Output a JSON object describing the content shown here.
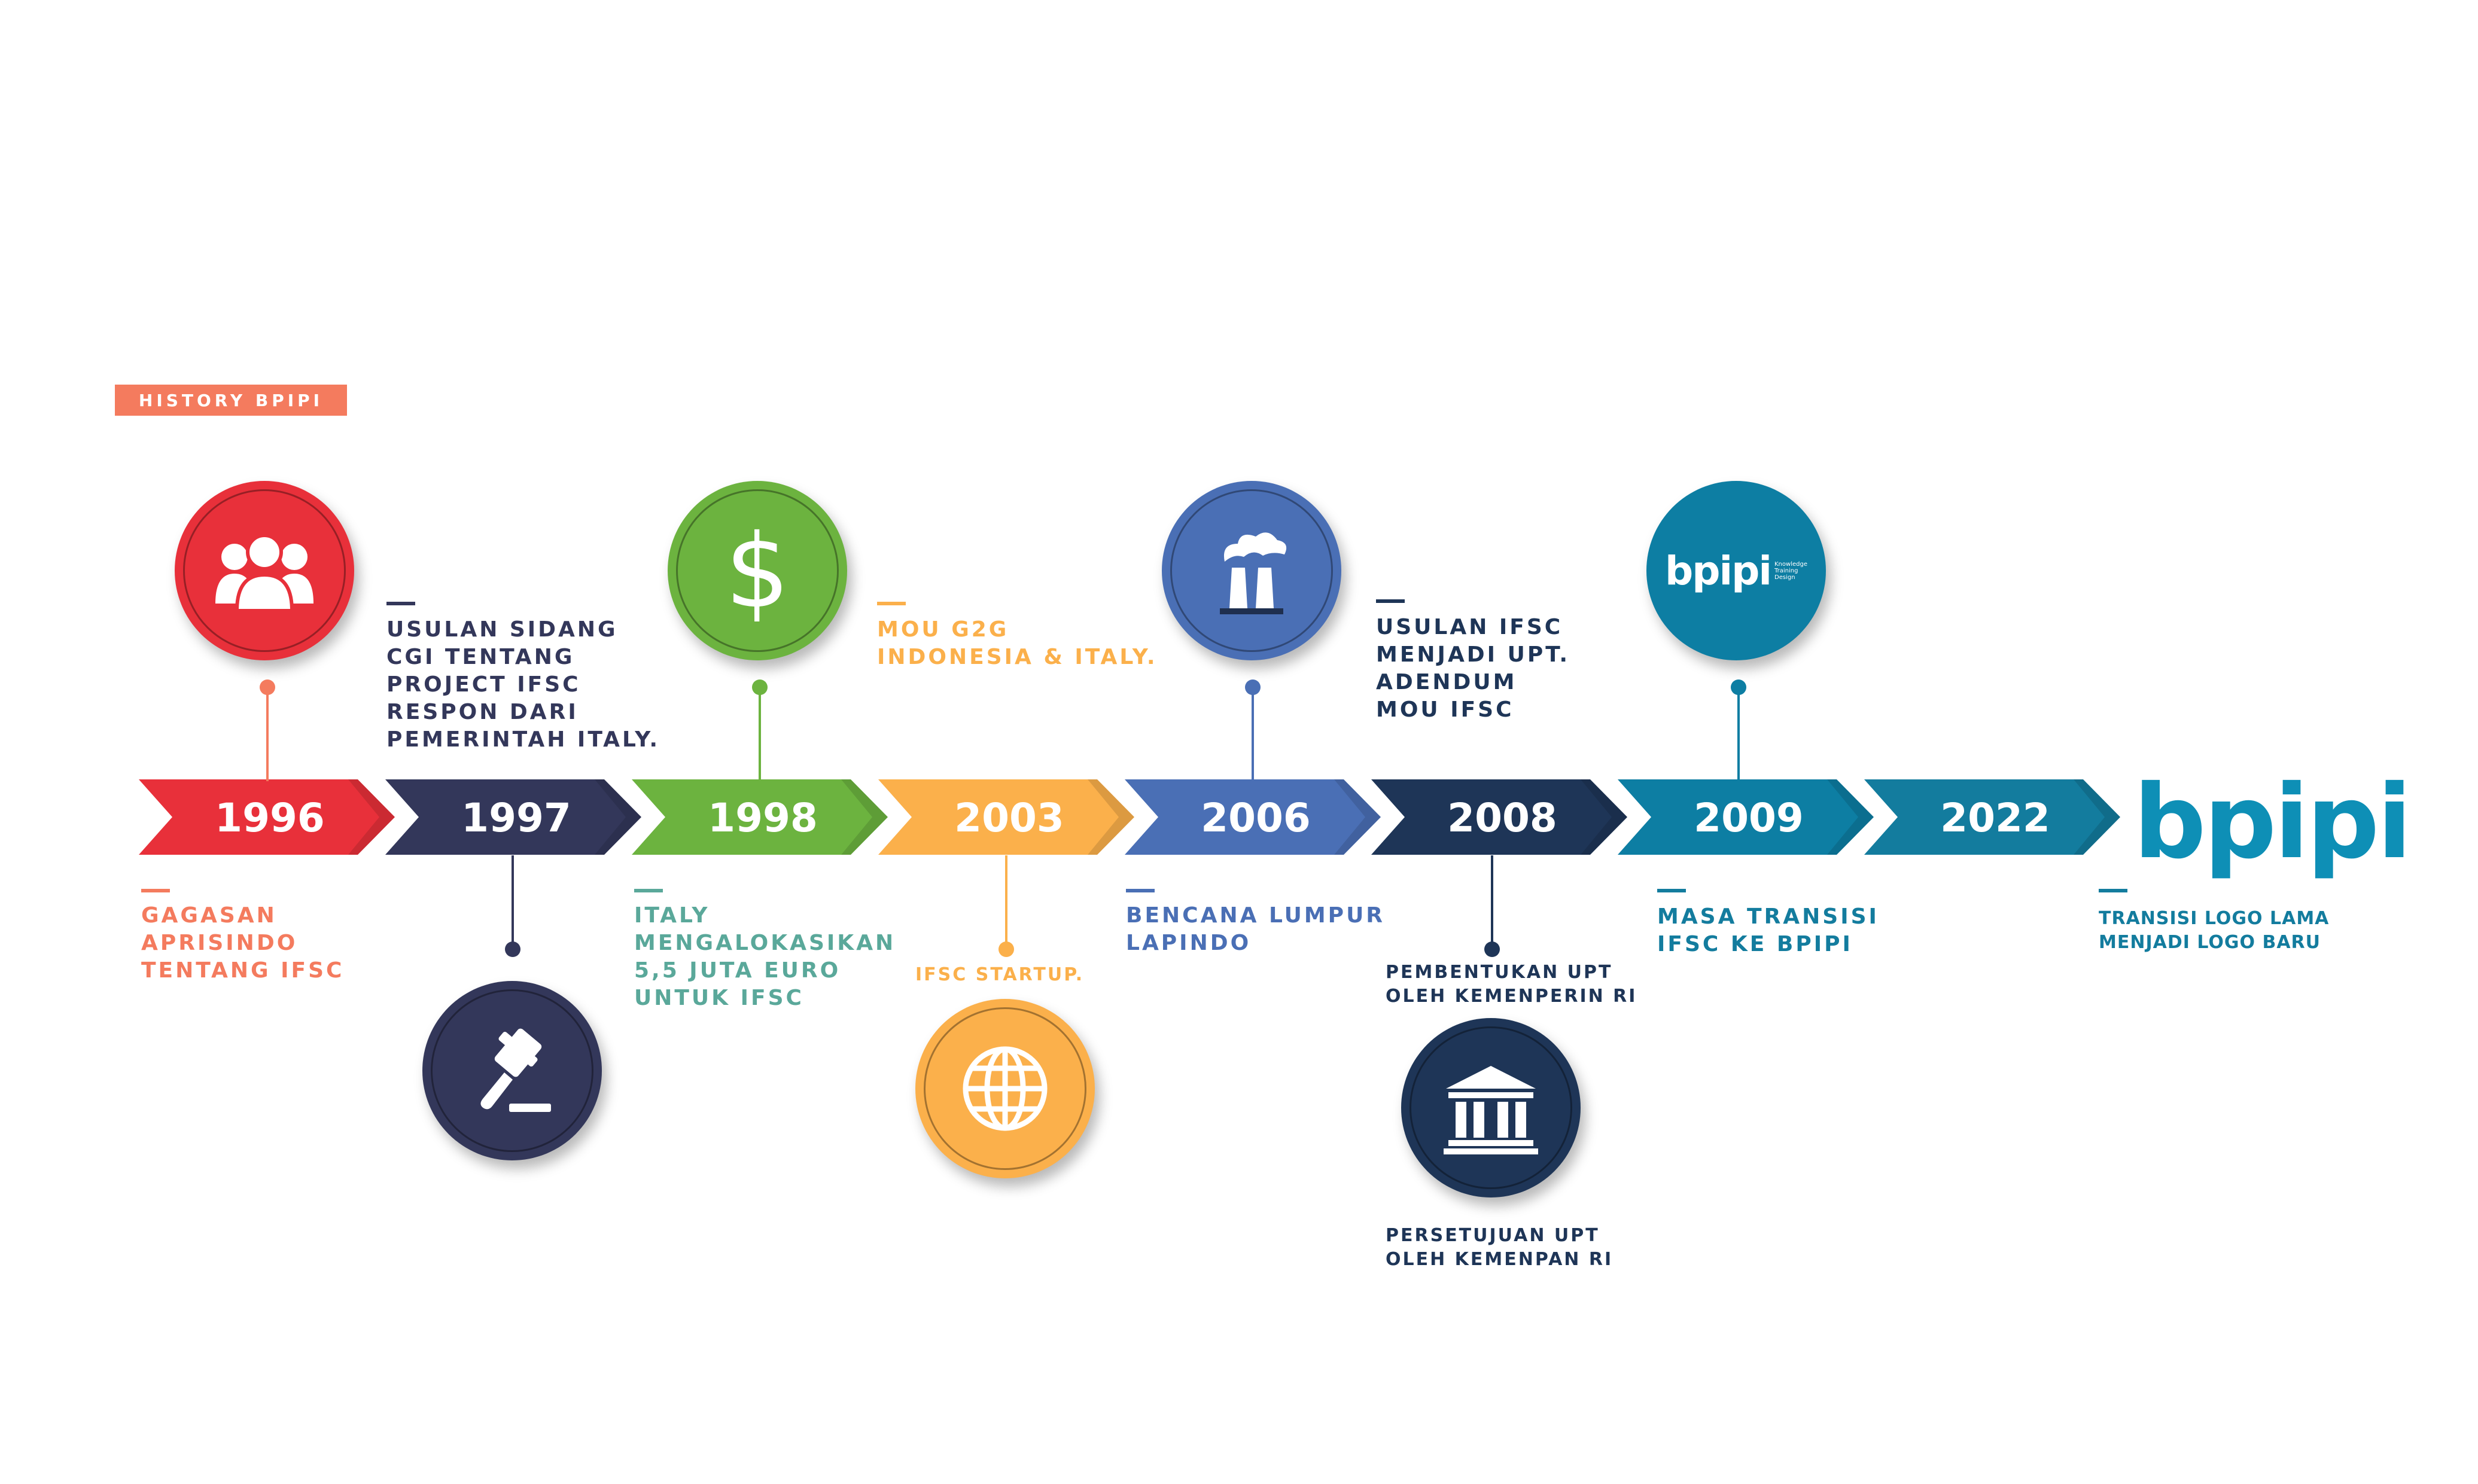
{
  "header": {
    "badge": "HISTORY BPIPI"
  },
  "colors": {
    "c1996": "#e8303a",
    "c1997": "#33375a",
    "c1998": "#6cb33f",
    "c2003": "#fbb04b",
    "c2006": "#4a6fb5",
    "c2008": "#1e3557",
    "c2009": "#0d7ea3",
    "c2022": "#137c9e",
    "brand": "#0e8fb6",
    "caption_orange": "#f47b5e",
    "caption_dark": "#33375a",
    "caption_green": "#5aa89a",
    "caption_yellow": "#fbb04b",
    "caption_blue": "#4a6fb5",
    "caption_navy": "#1e3557",
    "caption_teal": "#137c9e"
  },
  "timeline": {
    "years": [
      "1996",
      "1997",
      "1998",
      "2003",
      "2006",
      "2008",
      "2009",
      "2022"
    ],
    "captions": {
      "1996": "GAGASAN\nAPRISINDO\nTENTANG IFSC",
      "1997": "USULAN SIDANG\nCGI TENTANG\nPROJECT IFSC\nRESPON DARI\nPEMERINTAH ITALY.",
      "1998": "ITALY\nMENGALOKASIKAN\n5,5 JUTA EURO\nUNTUK IFSC",
      "2003_top": "MOU G2G\nINDONESIA & ITALY.",
      "2003_bottom": "IFSC STARTUP.",
      "2006": "BENCANA LUMPUR\nLAPINDO",
      "2008_top": "USULAN IFSC\nMENJADI UPT.\nADENDUM\nMOU IFSC",
      "2008_mid": "PEMBENTUKAN UPT\nOLEH KEMENPERIN RI",
      "2008_bottom": "PERSETUJUAN UPT\nOLEH KEMENPAN RI",
      "2009": "MASA TRANSISI\nIFSC KE BPIPI",
      "2022": "TRANSISI LOGO LAMA\nMENJADI LOGO BARU"
    },
    "icons": {
      "1996": "people-group-icon",
      "1997": "gavel-icon",
      "1998": "dollar-icon",
      "2003": "globe-icon",
      "2006": "factory-chimneys-icon",
      "2008": "government-building-icon",
      "2009": "bpipi-old-logo-icon"
    }
  },
  "logo": {
    "text": "bpipi"
  },
  "old_logo": {
    "text": "bpipi",
    "tagline": "Knowledge\nTraining\nDesign"
  }
}
